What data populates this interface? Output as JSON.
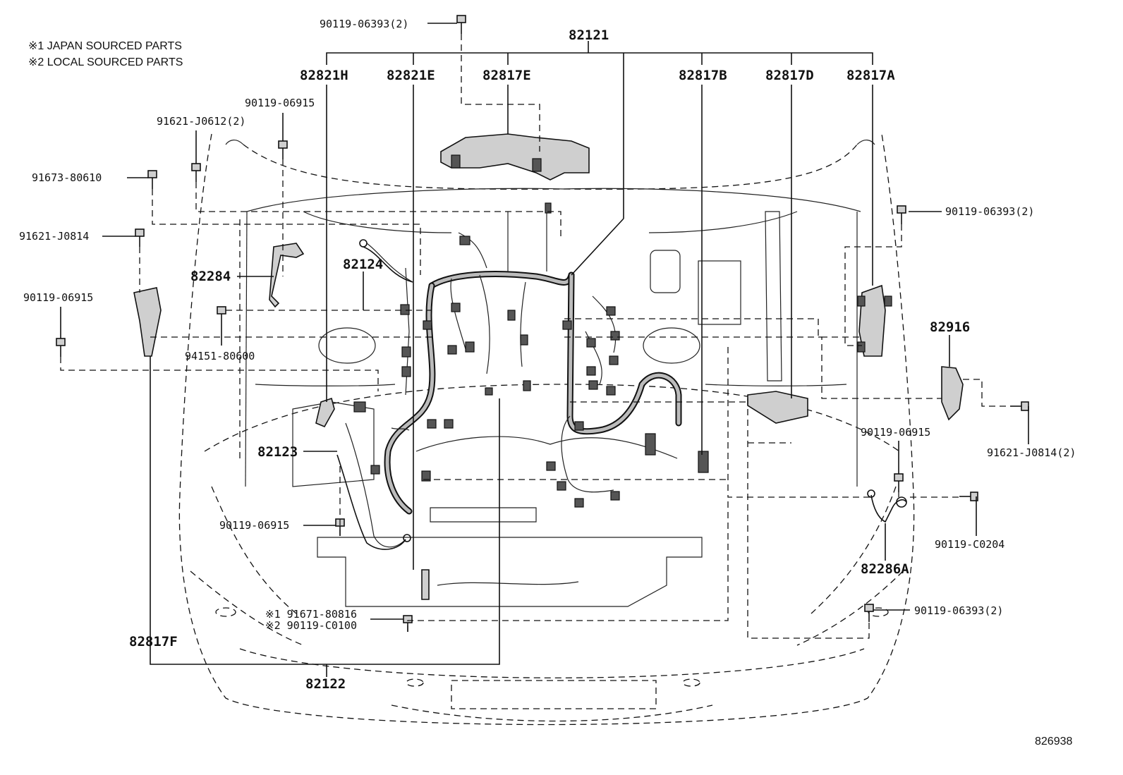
{
  "notes": {
    "n1": "※1 JAPAN SOURCED PARTS",
    "n2": "※2 LOCAL SOURCED PARTS"
  },
  "labels": {
    "p90119_06393_top": "90119-06393(2)",
    "p82121": "82121",
    "p82821H": "82821H",
    "p82821E": "82821E",
    "p82817E": "82817E",
    "p82817B": "82817B",
    "p82817D": "82817D",
    "p82817A": "82817A",
    "p90119_06915_a": "90119-06915",
    "p91621_J0612": "91621-J0612(2)",
    "p91673_80610": "91673-80610",
    "p91621_J0814_left": "91621-J0814",
    "p82284": "82284",
    "p82124": "82124",
    "p90119_06915_b": "90119-06915",
    "p94151_80600": "94151-80600",
    "p90119_06393_right": "90119-06393(2)",
    "p82916": "82916",
    "p90119_06915_c": "90119-06915",
    "p91621_J0814_right": "91621-J0814(2)",
    "p82123": "82123",
    "p90119_06915_d": "90119-06915",
    "p90119_C0204": "90119-C0204",
    "p82286A": "82286A",
    "p91671_80816": "※1 91671-80816",
    "p90119_C0100": "※2 90119-C0100",
    "p90119_06393_bottom": "90119-06393(2)",
    "p82817F": "82817F",
    "p82122": "82122"
  },
  "figure_ref": "826938"
}
